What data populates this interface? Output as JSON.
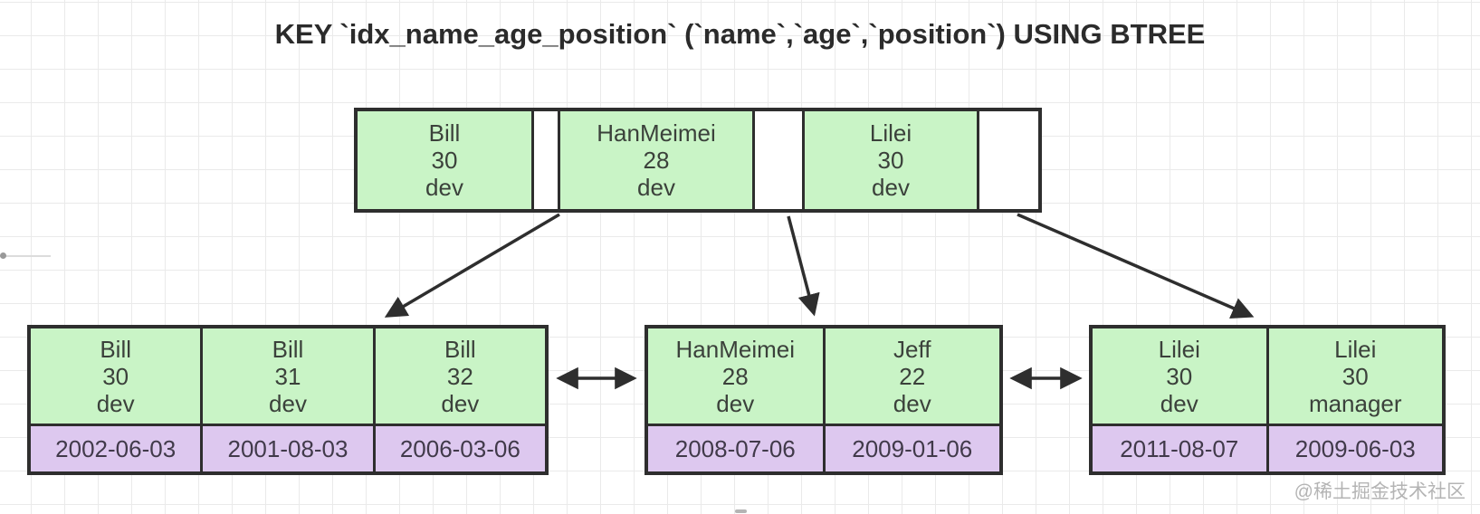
{
  "title": "KEY `idx_name_age_position` (`name`,`age`,`position`) USING BTREE",
  "watermark": "@稀土掘金技术社区",
  "colors": {
    "key_cell_green": "#c9f4c6",
    "data_cell_purple": "#ddc8ef",
    "border_dark": "#2e2e2e"
  },
  "root_node": {
    "keys": [
      {
        "name": "Bill",
        "age": "30",
        "position": "dev"
      },
      {
        "name": "HanMeimei",
        "age": "28",
        "position": "dev"
      },
      {
        "name": "Lilei",
        "age": "30",
        "position": "dev"
      }
    ]
  },
  "leaf_nodes": [
    {
      "entries": [
        {
          "name": "Bill",
          "age": "30",
          "position": "dev",
          "date": "2002-06-03"
        },
        {
          "name": "Bill",
          "age": "31",
          "position": "dev",
          "date": "2001-08-03"
        },
        {
          "name": "Bill",
          "age": "32",
          "position": "dev",
          "date": "2006-03-06"
        }
      ]
    },
    {
      "entries": [
        {
          "name": "HanMeimei",
          "age": "28",
          "position": "dev",
          "date": "2008-07-06"
        },
        {
          "name": "Jeff",
          "age": "22",
          "position": "dev",
          "date": "2009-01-06"
        }
      ]
    },
    {
      "entries": [
        {
          "name": "Lilei",
          "age": "30",
          "position": "dev",
          "date": "2011-08-07"
        },
        {
          "name": "Lilei",
          "age": "30",
          "position": "manager",
          "date": "2009-06-03"
        }
      ]
    }
  ]
}
